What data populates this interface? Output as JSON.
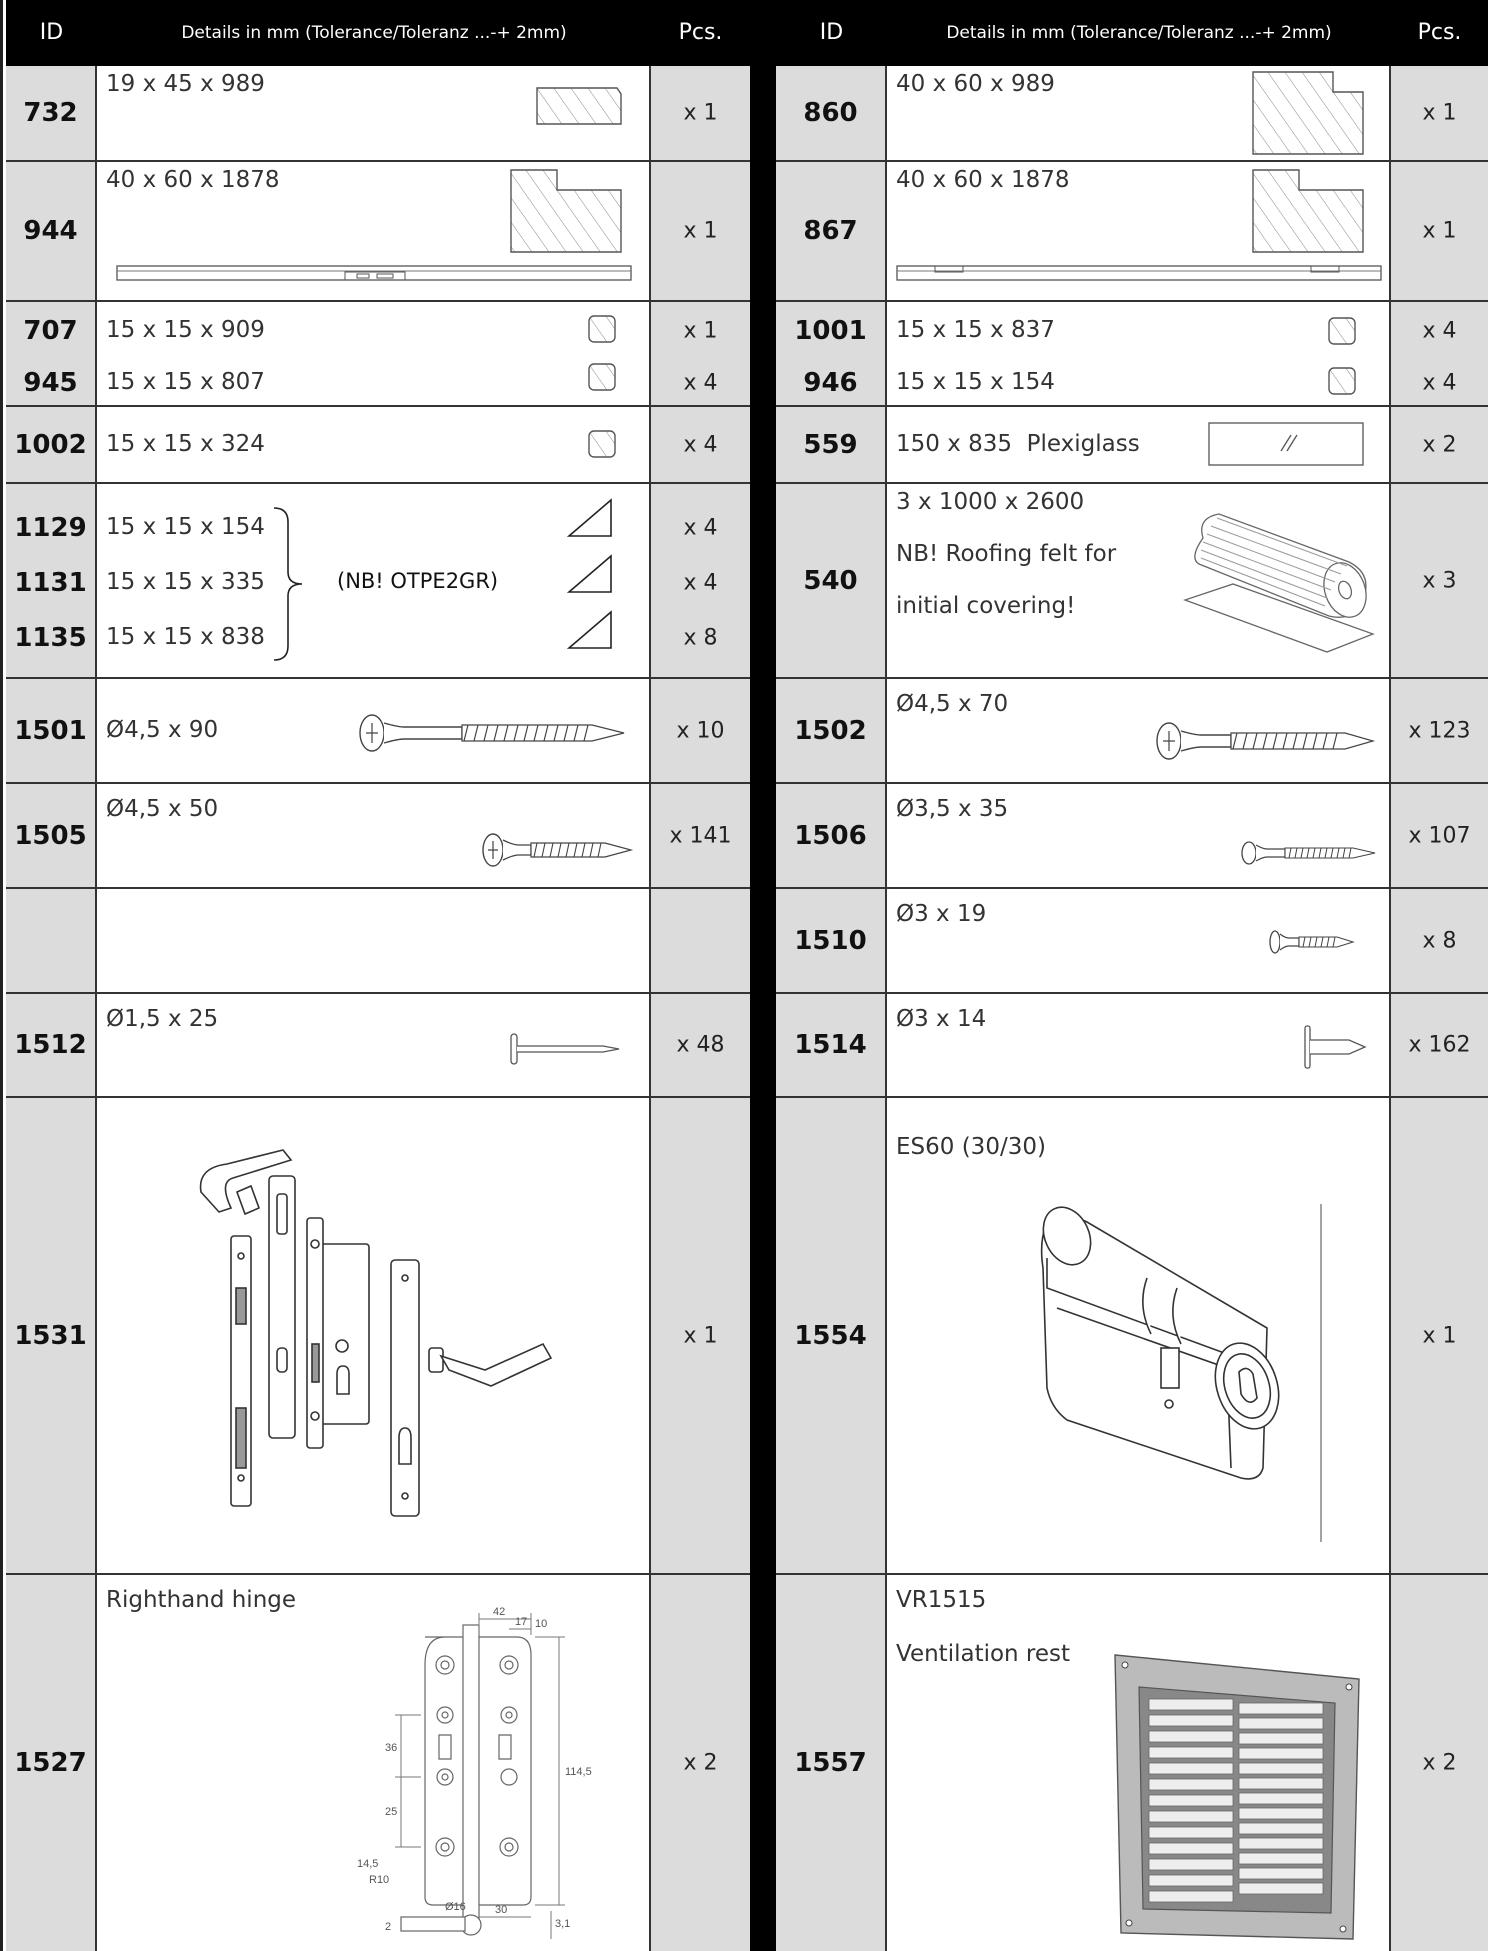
{
  "header": {
    "id_label": "ID",
    "details_label": "Details in mm (Tolerance/Toleranz ...-+ 2mm)",
    "pcs_label": "Pcs."
  },
  "left": {
    "r1": {
      "id": "732",
      "dim": "19 x 45 x 989",
      "pcs": "x 1"
    },
    "r2": {
      "id": "944",
      "dim": "40 x 60 x 1878",
      "pcs": "x 1"
    },
    "r3a": {
      "id": "707",
      "dim": "15 x 15 x 909",
      "pcs": "x 1"
    },
    "r3b": {
      "id": "945",
      "dim": "15 x 15 x 807",
      "pcs": "x 4"
    },
    "r4": {
      "id": "1002",
      "dim": "15 x 15 x 324",
      "pcs": "x 4"
    },
    "r5a": {
      "id": "1129",
      "dim": "15 x 15 x 154",
      "pcs": "x 4"
    },
    "r5b": {
      "id": "1131",
      "dim": "15 x 15 x 335",
      "pcs": "x 4"
    },
    "r5c": {
      "id": "1135",
      "dim": "15 x 15 x 838",
      "pcs": "x 8"
    },
    "r5_note": "(NB! OTPE2GR)",
    "r6": {
      "id": "1501",
      "dim": "Ø4,5 x 90",
      "pcs": "x 10"
    },
    "r7": {
      "id": "1505",
      "dim": "Ø4,5 x 50",
      "pcs": "x 141"
    },
    "r9": {
      "id": "1512",
      "dim": "Ø1,5 x 25",
      "pcs": "x 48"
    },
    "r10": {
      "id": "1531",
      "pcs": "x 1"
    },
    "r11": {
      "id": "1527",
      "dim": "Righthand hinge",
      "pcs": "x 2"
    }
  },
  "right": {
    "r1": {
      "id": "860",
      "dim": "40 x 60 x 989",
      "pcs": "x 1"
    },
    "r2": {
      "id": "867",
      "dim": "40 x 60 x 1878",
      "pcs": "x 1"
    },
    "r3a": {
      "id": "1001",
      "dim": "15 x 15 x 837",
      "pcs": "x 4"
    },
    "r3b": {
      "id": "946",
      "dim": "15 x 15 x 154",
      "pcs": "x 4"
    },
    "r4": {
      "id": "559",
      "dim": "150 x 835  Plexiglass",
      "pcs": "x 2"
    },
    "r5": {
      "id": "540",
      "dim": "3 x 1000 x 2600",
      "note1": "NB! Roofing felt for",
      "note2": "initial covering!",
      "pcs": "x 3"
    },
    "r6": {
      "id": "1502",
      "dim": "Ø4,5 x 70",
      "pcs": "x 123"
    },
    "r7": {
      "id": "1506",
      "dim": "Ø3,5 x 35",
      "pcs": "x 107"
    },
    "r8": {
      "id": "1510",
      "dim": "Ø3 x 19",
      "pcs": "x 8"
    },
    "r9": {
      "id": "1514",
      "dim": "Ø3 x 14",
      "pcs": "x 162"
    },
    "r10": {
      "id": "1554",
      "dim": "ES60 (30/30)",
      "pcs": "x 1"
    },
    "r11": {
      "id": "1557",
      "dim": "VR1515",
      "note": "Ventilation rest",
      "pcs": "x 2"
    }
  },
  "hinge_dims": {
    "d42": "42",
    "d17": "17",
    "d10": "10",
    "d36": "36",
    "d25": "25",
    "d1145": "114,5",
    "d145": "14,5",
    "r10": "R10",
    "o16": "Ø16",
    "d30": "30",
    "d31": "3,1",
    "d2": "2"
  }
}
